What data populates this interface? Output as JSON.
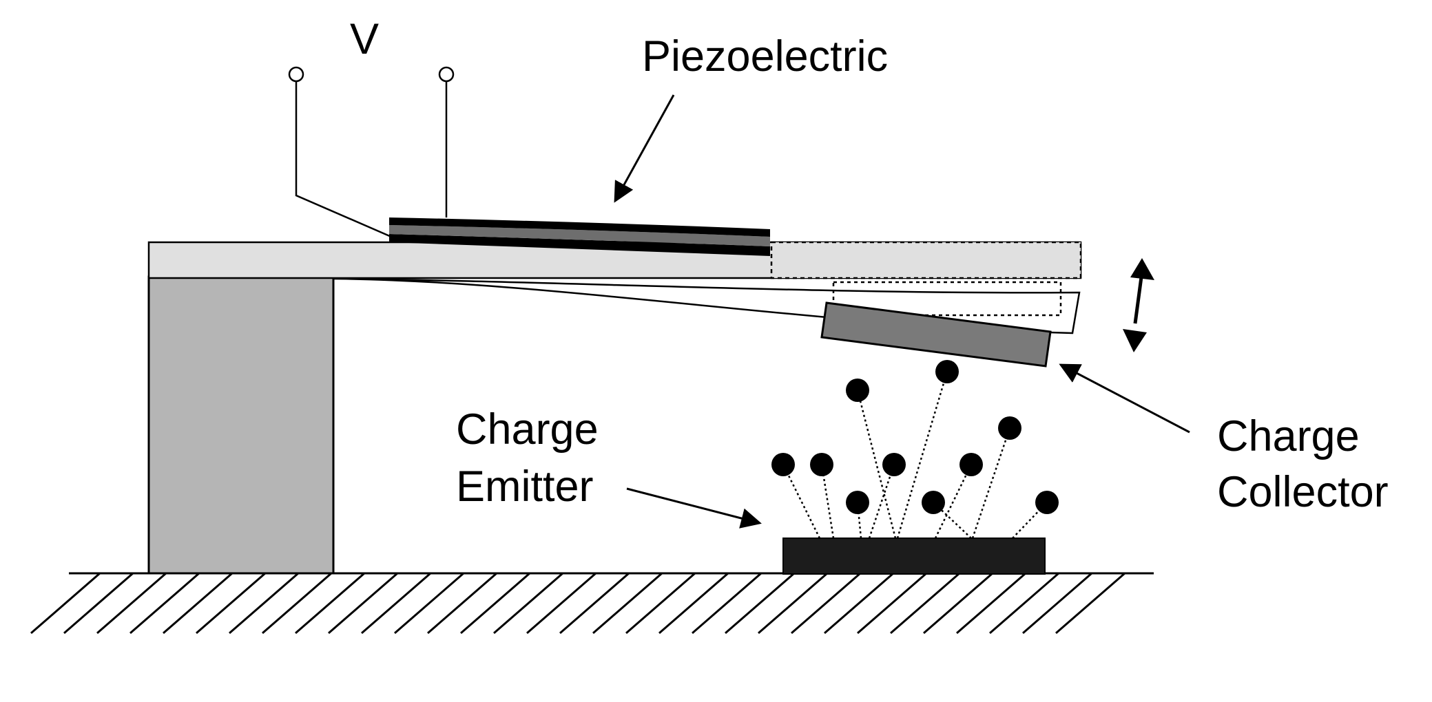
{
  "labels": {
    "voltage": "V",
    "piezoelectric": "Piezoelectric",
    "emitter_line1": "Charge",
    "emitter_line2": "Emitter",
    "collector_line1": "Charge",
    "collector_line2": "Collector"
  },
  "colors": {
    "ink": "#000000",
    "beam_fill": "#e0e0e0",
    "support_fill": "#b5b5b5",
    "piezo_layer": "#6e6e6e",
    "collector_fill": "#7a7a7a",
    "emitter_fill": "#1c1c1c"
  }
}
